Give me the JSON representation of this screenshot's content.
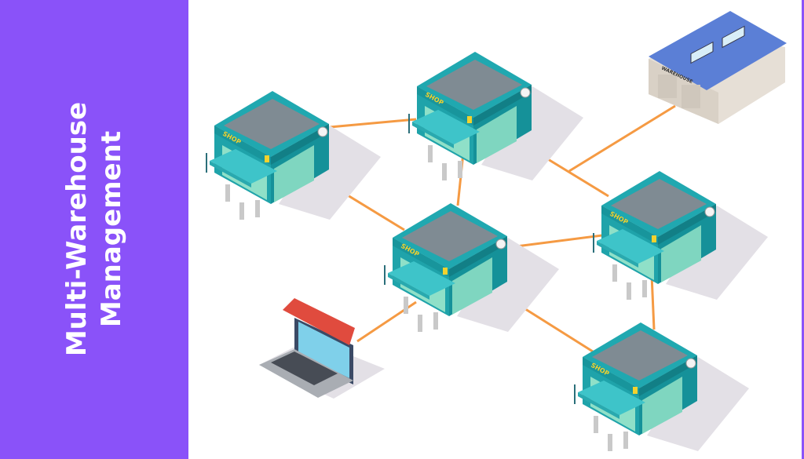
{
  "sidebar": {
    "title_line1": "Multi-Warehouse",
    "title_line2": "Management",
    "background": "#8a52f9"
  },
  "illustration": {
    "shop_sign": "SHOP",
    "warehouse_sign": "WAREHOUSE",
    "connector_color": "#f59a43",
    "shop_color": "#22a9b0",
    "roof_color": "#7f8b93",
    "warehouse_roof_color": "#5b7fd6",
    "icons": [
      "shop-icon",
      "shop-icon",
      "shop-icon",
      "shop-icon",
      "shop-icon",
      "warehouse-icon",
      "laptop-store-icon"
    ]
  }
}
